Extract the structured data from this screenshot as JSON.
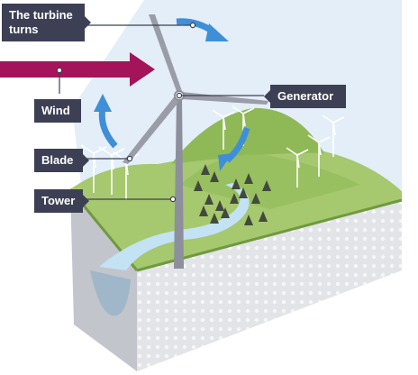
{
  "labels": {
    "turbine_turns": "The turbine turns",
    "wind": "Wind",
    "blade": "Blade",
    "tower": "Tower",
    "generator": "Generator"
  },
  "colors": {
    "sky": "#e3eef8",
    "grass": "#9ec36a",
    "grass_dark": "#6f9a3e",
    "river": "#bfe0f2",
    "soil_side": "#c9ccd3",
    "soil_front": "#e4e6ea",
    "wind_arrow": "#a3145a",
    "rotation_arrow": "#3f8fd8",
    "callout": "#3d4055",
    "turbine": "#8d8f9c",
    "trees": "#404a3c"
  },
  "icons": {
    "wind_arrow": "arrow-right-icon",
    "rotation": "curved-arrow-icon"
  }
}
